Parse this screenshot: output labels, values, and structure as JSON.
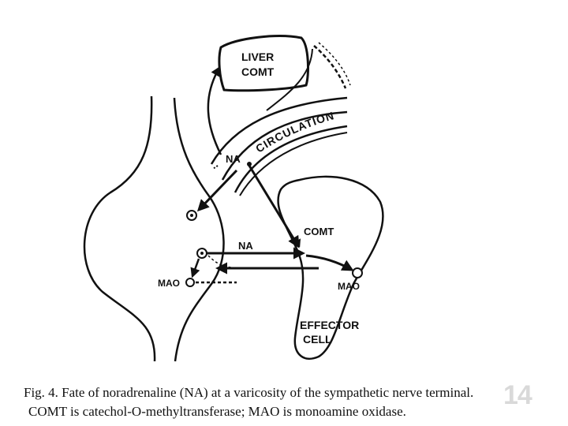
{
  "diagram": {
    "labels": {
      "liver_line1": "LIVER",
      "liver_line2": "COMT",
      "circulation": "CIRCULATION",
      "na_top": "NA",
      "na_middle": "NA",
      "comt_effector": "COMT",
      "mao_effector": "MAO",
      "mao_terminal": "MAO",
      "effector_line1": "EFFECTOR",
      "effector_line2": "CELL"
    }
  },
  "caption": {
    "line1": "Fig. 4. Fate of noradrenaline (NA) at a varicosity of the sympathetic nerve terminal.",
    "line2": "COMT is catechol-O-methyltransferase; MAO is monoamine oxidase."
  },
  "page_number": "14"
}
